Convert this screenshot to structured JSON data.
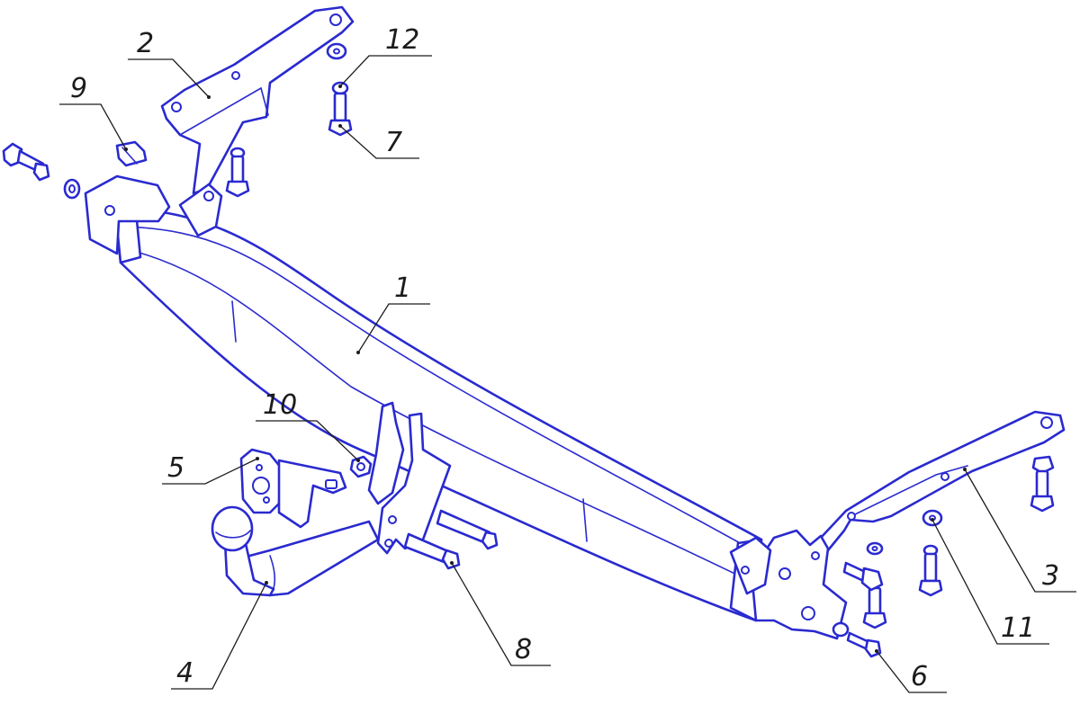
{
  "colors": {
    "outline": "#2a2ad0",
    "leader": "#1c1c1c",
    "background": "#ffffff"
  },
  "callouts": {
    "c1": "1",
    "c2": "2",
    "c3": "3",
    "c4": "4",
    "c5": "5",
    "c6": "6",
    "c7": "7",
    "c8": "8",
    "c9": "9",
    "c10": "10",
    "c11": "11",
    "c12": "12"
  }
}
